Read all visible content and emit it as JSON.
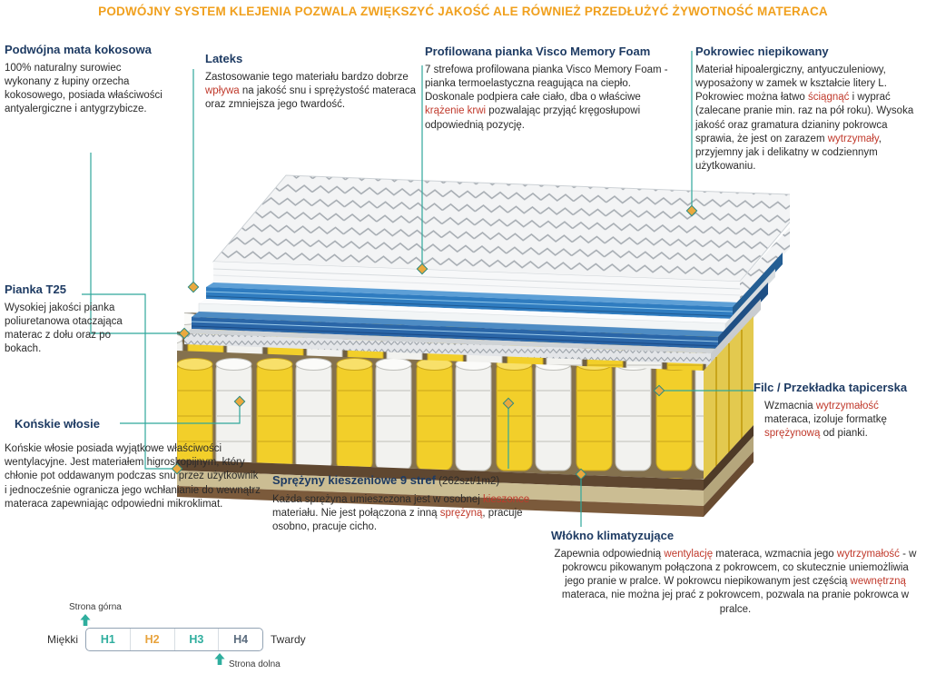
{
  "banner": "PODWÓJNY SYSTEM KLEJENIA POZWALA ZWIĘKSZYĆ JAKOŚĆ ALE RÓWNIEŻ PRZEDŁUŻYĆ ŻYWOTNOŚĆ MATERACA",
  "annotations": {
    "mata_kokosowa": {
      "title": "Podwójna mata kokosowa",
      "body": [
        {
          "t": "100% naturalny surowiec wykonany z łupiny orzecha kokosowego, posiada właściwości antyalergiczne i antygrzybicze."
        }
      ]
    },
    "lateks": {
      "title": "Lateks",
      "body": [
        {
          "t": "Zastosowanie tego materiału bardzo dobrze "
        },
        {
          "t": "wpływa",
          "red": true
        },
        {
          "t": " na jakość snu i sprężystość materaca oraz zmniejsza jego twardość."
        }
      ]
    },
    "visco": {
      "title": "Profilowana pianka Visco Memory Foam",
      "body": [
        {
          "t": "7 strefowa profilowana pianka Visco Memory Foam - pianka termoelastyczna reagująca na ciepło. Doskonale podpiera całe ciało, dba o właściwe "
        },
        {
          "t": "krążenie krwi",
          "red": true
        },
        {
          "t": " pozwalając przyjąć kręgosłupowi odpowiednią pozycję."
        }
      ]
    },
    "pokrowiec": {
      "title": "Pokrowiec niepikowany",
      "body": [
        {
          "t": "Materiał hipoalergiczny, antyuczuleniowy, wyposażony w zamek w kształcie litery L. Pokrowiec można łatwo "
        },
        {
          "t": "ściągnąć",
          "red": true
        },
        {
          "t": " i wyprać (zalecane pranie min. raz na pół roku). Wysoka jakość oraz gramatura dzianiny pokrowca sprawia, że jest on zarazem "
        },
        {
          "t": "wytrzymały",
          "red": true
        },
        {
          "t": ", przyjemny jak i delikatny w codziennym użytkowaniu."
        }
      ]
    },
    "pianka_t25": {
      "title": "Pianka T25",
      "body": [
        {
          "t": "Wysokiej jakości pianka poliuretanowa otaczająca materac z dołu oraz po bokach."
        }
      ]
    },
    "konskie_wlosie": {
      "title": "Końskie włosie",
      "body": [
        {
          "t": "Końskie włosie posiada wyjątkowe właściwości wentylacyjne. Jest materiałem higroskopijnym, który chłonie pot oddawanym podczas snu przez użytkownik i jednocześnie ogranicza jego wchłanianie do wewnątrz materaca zapewniając odpowiedni mikroklimat."
        }
      ]
    },
    "filc": {
      "title": "Filc / Przekładka tapicerska",
      "body": [
        {
          "t": "Wzmacnia "
        },
        {
          "t": "wytrzymałość",
          "red": true
        },
        {
          "t": " materaca, izoluje formatkę "
        },
        {
          "t": "sprężynową",
          "red": true
        },
        {
          "t": " od pianki."
        }
      ]
    },
    "sprezyny": {
      "title": "Sprężyny kieszeniowe 9 stref",
      "title_suffix": " (262szt/1m2)",
      "body": [
        {
          "t": "Każda sprężyna umieszczona jest w osobnej "
        },
        {
          "t": "kieszonce",
          "red": true
        },
        {
          "t": " materiału. Nie jest połączona z inną "
        },
        {
          "t": "sprężyną",
          "red": true
        },
        {
          "t": ", pracuje osobno, pracuje cicho."
        }
      ]
    },
    "wlokno": {
      "title": "Włókno klimatyzujące",
      "body": [
        {
          "t": "Zapewnia odpowiednią "
        },
        {
          "t": "wentylację",
          "red": true
        },
        {
          "t": " materaca, wzmacnia jego "
        },
        {
          "t": "wytrzymałość",
          "red": true
        },
        {
          "t": " - w pokrowcu pikowanym połączona z pokrowcem, co skutecznie uniemożliwia jego pranie w pralce. W pokrowcu niepikowanym jest częścią "
        },
        {
          "t": "wewnętrzną",
          "red": true
        },
        {
          "t": " materaca, nie można jej prać z pokrowcem, pozwala na pranie pokrowca w pralce."
        }
      ]
    }
  },
  "hardness_scale": {
    "top_side_label": "Strona górna",
    "bottom_side_label": "Strona dolna",
    "soft_label": "Miękki",
    "hard_label": "Twardy",
    "levels": [
      {
        "label": "H1",
        "color": "#2fae9e"
      },
      {
        "label": "H2",
        "color": "#e8a33d"
      },
      {
        "label": "H3",
        "color": "#2fae9e"
      },
      {
        "label": "H4",
        "color": "#5a6b7d"
      }
    ]
  },
  "colors": {
    "banner": "#f0a01e",
    "heading": "#1e3b63",
    "highlight": "#c0392b",
    "connector": "#2fa79b",
    "marker": "#eaa93e"
  }
}
